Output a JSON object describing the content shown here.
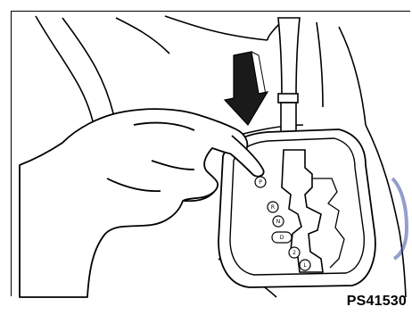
{
  "figure": {
    "code": "PS41530"
  },
  "gate_positions": [
    "P",
    "R",
    "N",
    "D",
    "2",
    "L"
  ],
  "colors": {
    "line": "#000000",
    "arrow_fill": "#1a1a1a",
    "background": "#ffffff",
    "watermark_blue": "#3a4ea0"
  }
}
